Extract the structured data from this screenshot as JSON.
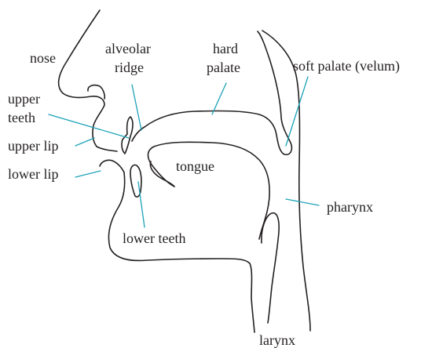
{
  "labels": {
    "nose": "nose",
    "alveolar_ridge_line1": "alveolar",
    "alveolar_ridge_line2": "ridge",
    "hard_palate_line1": "hard",
    "hard_palate_line2": "palate",
    "soft_palate": "soft palate (velum)",
    "upper_teeth_line1": "upper",
    "upper_teeth_line2": "teeth",
    "upper_lip": "upper lip",
    "lower_lip": "lower lip",
    "tongue": "tongue",
    "pharynx": "pharynx",
    "lower_teeth": "lower teeth",
    "larynx": "larynx"
  },
  "colors": {
    "outline": "#231f20",
    "leader_lines": "#1ba3b8",
    "text": "#231f20",
    "background": "#ffffff"
  }
}
